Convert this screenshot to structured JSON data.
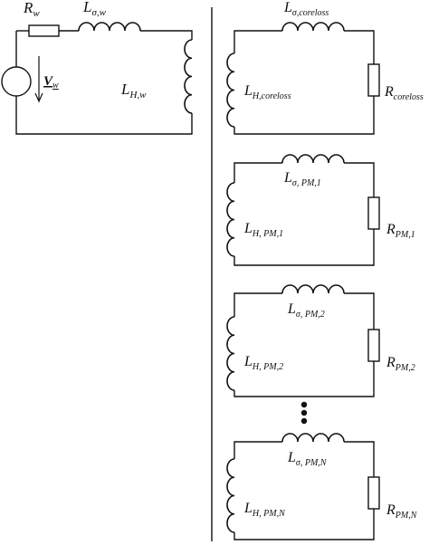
{
  "diagram": {
    "left_circuit": {
      "resistor": {
        "main": "R",
        "sub": "w"
      },
      "series_inductor": {
        "main": "L",
        "sub": "σ,w"
      },
      "main_inductor": {
        "main": "L",
        "sub": "H,w"
      },
      "source": {
        "main": "V",
        "sub": "w"
      }
    },
    "right_circuits": [
      {
        "series_inductor": {
          "main": "L",
          "sub": "σ,coreloss"
        },
        "main_inductor": {
          "main": "L",
          "sub": "H,coreloss"
        },
        "resistor": {
          "main": "R",
          "sub": "coreloss"
        }
      },
      {
        "series_inductor": {
          "main": "L",
          "sub": "σ, PM,1"
        },
        "main_inductor": {
          "main": "L",
          "sub": "H, PM,1"
        },
        "resistor": {
          "main": "R",
          "sub": "PM,1"
        }
      },
      {
        "series_inductor": {
          "main": "L",
          "sub": "σ, PM,2"
        },
        "main_inductor": {
          "main": "L",
          "sub": "H, PM,2"
        },
        "resistor": {
          "main": "R",
          "sub": "PM,2"
        }
      },
      {
        "series_inductor": {
          "main": "L",
          "sub": "σ, PM,N"
        },
        "main_inductor": {
          "main": "L",
          "sub": "H, PM,N"
        },
        "resistor": {
          "main": "R",
          "sub": "PM,N"
        }
      }
    ]
  }
}
